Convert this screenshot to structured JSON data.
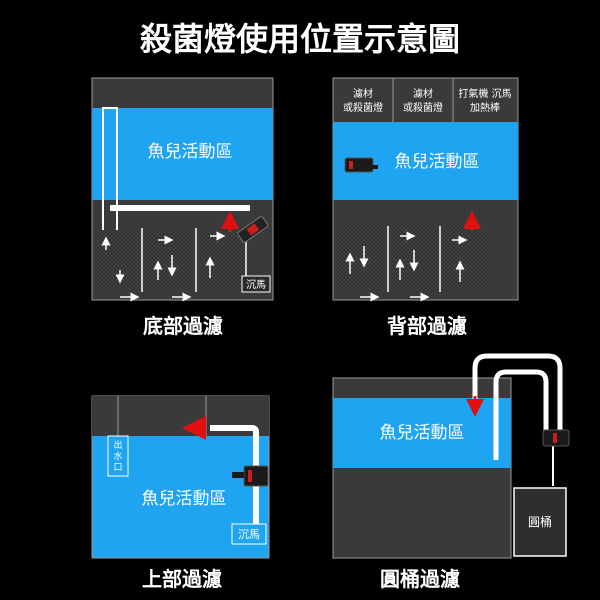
{
  "title": "殺菌燈使用位置示意圖",
  "panels": {
    "bottom": {
      "label": "底部過濾",
      "zone": "魚兒活動區",
      "sump": "沉馬"
    },
    "back": {
      "label": "背部過濾",
      "zone": "魚兒活動區",
      "compartments": [
        {
          "line1": "濾材",
          "line2": "或殺菌燈"
        },
        {
          "line1": "濾材",
          "line2": "或殺菌燈"
        },
        {
          "line1": "打氣機 沉馬",
          "line2": "加熱棒"
        }
      ]
    },
    "top": {
      "label": "上部過濾",
      "zone": "魚兒活動區",
      "outlet": [
        "出",
        "水",
        "口"
      ],
      "sump": "沉馬"
    },
    "canister": {
      "label": "圓桶過濾",
      "zone": "魚兒活動區",
      "canister": "圓桶"
    }
  },
  "colors": {
    "water": "#1ea4f0",
    "tank_dark": "#3a3a3a",
    "frame": "#9a9a9a",
    "arrow_red": "#e01010"
  }
}
